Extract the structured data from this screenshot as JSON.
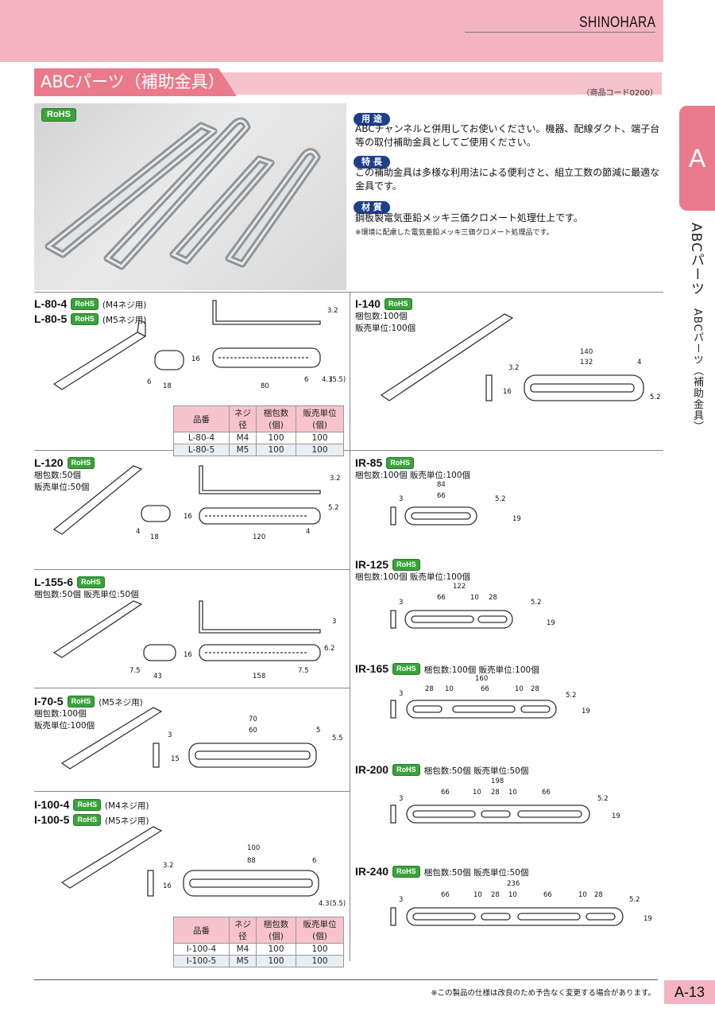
{
  "header": {
    "brand": "SHINOHARA"
  },
  "title": {
    "text": "ABCパーツ（補助金具）",
    "code": "（商品コード0200）"
  },
  "sidetab": {
    "letter": "A",
    "category": "ABCパーツ",
    "subcategory": "ABCパーツ（補助金具）"
  },
  "rohs": "RoHS",
  "info": {
    "use_label": "用 途",
    "use_text": "ABCチャンネルと併用してお使いください。機器、配線ダクト、端子台等の取付補助金具としてご使用ください。",
    "feature_label": "特 長",
    "feature_text": "この補助金具は多様な利用法による便利さと、組立工数の節減に最適な金具です。",
    "material_label": "材 質",
    "material_text": "鋼板製電気亜鉛メッキ三価クロメート処理仕上です。",
    "material_note": "※環境に配慮した電気亜鉛メッキ三価クロメート処理品です。"
  },
  "table_headers": [
    "品番",
    "ネジ径",
    "梱包数(個)",
    "販売単位(個)"
  ],
  "products": {
    "l80": {
      "name1": "L-80-4",
      "note1": "(M4ネジ用)",
      "name2": "L-80-5",
      "note2": "(M5ネジ用)",
      "rows": [
        [
          "L-80-4",
          "M4",
          "100",
          "100"
        ],
        [
          "L-80-5",
          "M5",
          "100",
          "100"
        ]
      ],
      "dims": [
        "3.2",
        "16",
        "6",
        "18",
        "80",
        "6",
        "4.3",
        "(5.5)"
      ]
    },
    "l120": {
      "name": "L-120",
      "pack": "梱包数:50個",
      "unit": "販売単位:50個",
      "dims": [
        "3.2",
        "5.2",
        "16",
        "4",
        "18",
        "120",
        "4"
      ]
    },
    "l155": {
      "name": "L-155-6",
      "pack": "梱包数:50個 販売単位:50個",
      "dims": [
        "3",
        "6.2",
        "16",
        "7.5",
        "43",
        "158",
        "7.5"
      ]
    },
    "i70": {
      "name": "I-70-5",
      "note": "(M5ネジ用)",
      "pack": "梱包数:100個",
      "unit": "販売単位:100個",
      "dims": [
        "70",
        "60",
        "5",
        "3",
        "5.5",
        "15"
      ]
    },
    "i100": {
      "name1": "I-100-4",
      "note1": "(M4ネジ用)",
      "name2": "I-100-5",
      "note2": "(M5ネジ用)",
      "rows": [
        [
          "I-100-4",
          "M4",
          "100",
          "100"
        ],
        [
          "I-100-5",
          "M5",
          "100",
          "100"
        ]
      ],
      "dims": [
        "100",
        "88",
        "6",
        "3.2",
        "16",
        "4.3",
        "(5.5)"
      ]
    },
    "i140": {
      "name": "I-140",
      "pack": "梱包数:100個",
      "unit": "販売単位:100個",
      "dims": [
        "140",
        "132",
        "4",
        "3.2",
        "16",
        "5.2"
      ]
    },
    "ir85": {
      "name": "IR-85",
      "pack": "梱包数:100個 販売単位:100個",
      "dims": [
        "84",
        "66",
        "3",
        "5.2",
        "19"
      ]
    },
    "ir125": {
      "name": "IR-125",
      "pack": "梱包数:100個 販売単位:100個",
      "dims": [
        "122",
        "66",
        "10",
        "28",
        "3",
        "5.2",
        "19"
      ]
    },
    "ir165": {
      "name": "IR-165",
      "pack": "梱包数:100個 販売単位:100個",
      "dims": [
        "160",
        "28",
        "10",
        "66",
        "10",
        "28",
        "3",
        "5.2",
        "19"
      ]
    },
    "ir200": {
      "name": "IR-200",
      "pack": "梱包数:50個 販売単位:50個",
      "dims": [
        "198",
        "66",
        "10",
        "28",
        "10",
        "66",
        "3",
        "5.2",
        "19"
      ]
    },
    "ir240": {
      "name": "IR-240",
      "pack": "梱包数:50個 販売単位:50個",
      "dims": [
        "236",
        "66",
        "10",
        "28",
        "10",
        "66",
        "10",
        "28",
        "3",
        "5.2",
        "19"
      ]
    }
  },
  "footer": {
    "note": "※この製品の仕様は改良のため予告なく変更する場合があります。",
    "page": "A-13"
  }
}
